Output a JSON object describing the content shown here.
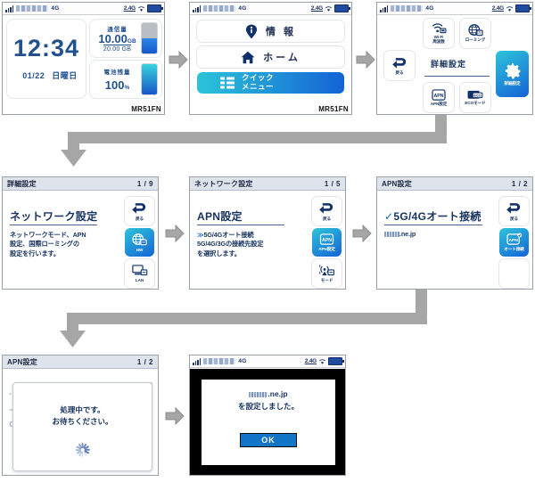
{
  "device": {
    "model": "MR51FN",
    "statusbar": {
      "signal_icon": "signal-bars-icon",
      "carrier_masked": true,
      "network": "4G",
      "wifi_band": "2.4G",
      "wifi_icon": "wifi-icon",
      "battery_icon": "battery-icon"
    }
  },
  "panel1": {
    "name": "home-screen",
    "time": "12:34",
    "date": "01/22",
    "weekday": "日曜日",
    "data_tile": {
      "caption": "通信量",
      "used": "10.00",
      "used_unit": "GB",
      "total": "20.00 GB",
      "gauge_percent": 50
    },
    "battery_tile": {
      "caption": "電池残量",
      "value": "100",
      "unit": "%",
      "gauge_percent": 100
    }
  },
  "panel2": {
    "name": "quick-menu-screen",
    "items": [
      {
        "label": "情 報",
        "icon": "info-pin-icon",
        "selected": false
      },
      {
        "label": "ホーム",
        "icon": "home-icon",
        "selected": false
      },
      {
        "label_line1": "クイック",
        "label_line2": "メニュー",
        "icon": "grid-icon",
        "selected": true
      }
    ]
  },
  "panel3": {
    "name": "settings-menu-screen",
    "title": "詳細設定",
    "tiles": [
      {
        "id": "wifi-frequency",
        "cap1": "Wi-Fi",
        "cap2": "周波数",
        "icon": "wifi-band-icon",
        "selected": false
      },
      {
        "id": "roaming",
        "cap1": "ローミング",
        "cap2": "",
        "icon": "globe-roaming-icon",
        "selected": false
      },
      {
        "id": "back",
        "cap1": "戻る",
        "cap2": "",
        "icon": "back-arrow-icon",
        "selected": false
      },
      {
        "id": "apn-settings",
        "cap1": "APN設定",
        "cap2": "",
        "icon": "apn-icon",
        "selected": false
      },
      {
        "id": "eco-mode",
        "cap1": "ECOモード",
        "cap2": "",
        "icon": "eco-icon",
        "selected": false
      },
      {
        "id": "detail-settings",
        "cap1": "詳細設定",
        "cap2": "",
        "icon": "gear-icon",
        "selected": true
      }
    ]
  },
  "panel4": {
    "name": "detail-settings-page",
    "header": "詳細設定",
    "page": "1 / 9",
    "title": "ネットワーク設定",
    "desc_lines": [
      "ネットワークモード、APN",
      "設定、国際ローミングの",
      "設定を行います。"
    ],
    "side": [
      {
        "id": "back",
        "cap": "戻る",
        "icon": "back-arrow-icon",
        "selected": false
      },
      {
        "id": "network",
        "cap": "NW",
        "icon": "globe-network-icon",
        "selected": true
      },
      {
        "id": "lan",
        "cap": "LAN",
        "icon": "lan-icon",
        "selected": false
      }
    ]
  },
  "panel5": {
    "name": "network-settings-page",
    "header": "ネットワーク設定",
    "page": "1 / 5",
    "title": "APN設定",
    "desc_marker": "≫",
    "desc_lines": [
      "5G/4Gオート接続",
      "5G/4G/3Gの接続先設定",
      "を選択します。"
    ],
    "side": [
      {
        "id": "back",
        "cap": "戻る",
        "icon": "back-arrow-icon",
        "selected": false
      },
      {
        "id": "apn",
        "cap": "APN設定",
        "icon": "apn-icon",
        "selected": true
      },
      {
        "id": "mode",
        "cap": "モード",
        "icon": "mode-antenna-icon",
        "selected": false
      }
    ]
  },
  "panel6": {
    "name": "apn-settings-page",
    "header": "APN設定",
    "page": "1 / 2",
    "check": "✓",
    "title": "5G/4Gオート接続",
    "apn_suffix": ".ne.jp",
    "apn_masked": true,
    "side": [
      {
        "id": "back",
        "cap": "戻る",
        "icon": "back-arrow-icon",
        "selected": false
      },
      {
        "id": "auto-connect",
        "cap": "オート接続",
        "icon": "apn-auto-icon",
        "selected": true
      },
      {
        "id": "blank",
        "cap": "",
        "icon": "",
        "selected": false
      }
    ]
  },
  "panel7": {
    "name": "processing-dialog-page",
    "header": "APN設定",
    "page": "1 / 2",
    "modal_line1": "処理中です。",
    "modal_line2": "お待ちください。",
    "spinner_icon": "loading-spinner-icon"
  },
  "panel8": {
    "name": "result-dialog-screen",
    "apn_suffix": ".ne.jp",
    "apn_masked": true,
    "message": "を設定しました。",
    "ok_label": "OK"
  },
  "connectors": {
    "h_arrow_icon": "right-arrow-icon",
    "elbow_icon": "elbow-down-left-arrow-icon",
    "color": "#a6a6a6"
  }
}
